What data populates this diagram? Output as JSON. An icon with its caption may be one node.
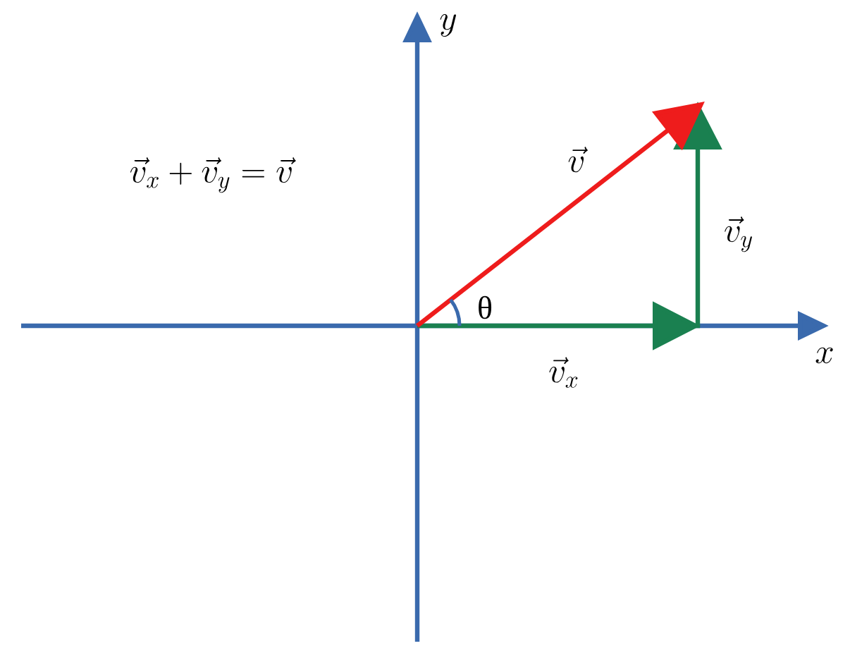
{
  "diagram": {
    "labels": [
      "y",
      "\\vec{v}_x+\\vec{v}_y=\\vec{v}",
      "\\vec{v}",
      "\\vec{v}_y",
      "θ",
      "x",
      "\\vec{v}_x"
    ]
  }
}
